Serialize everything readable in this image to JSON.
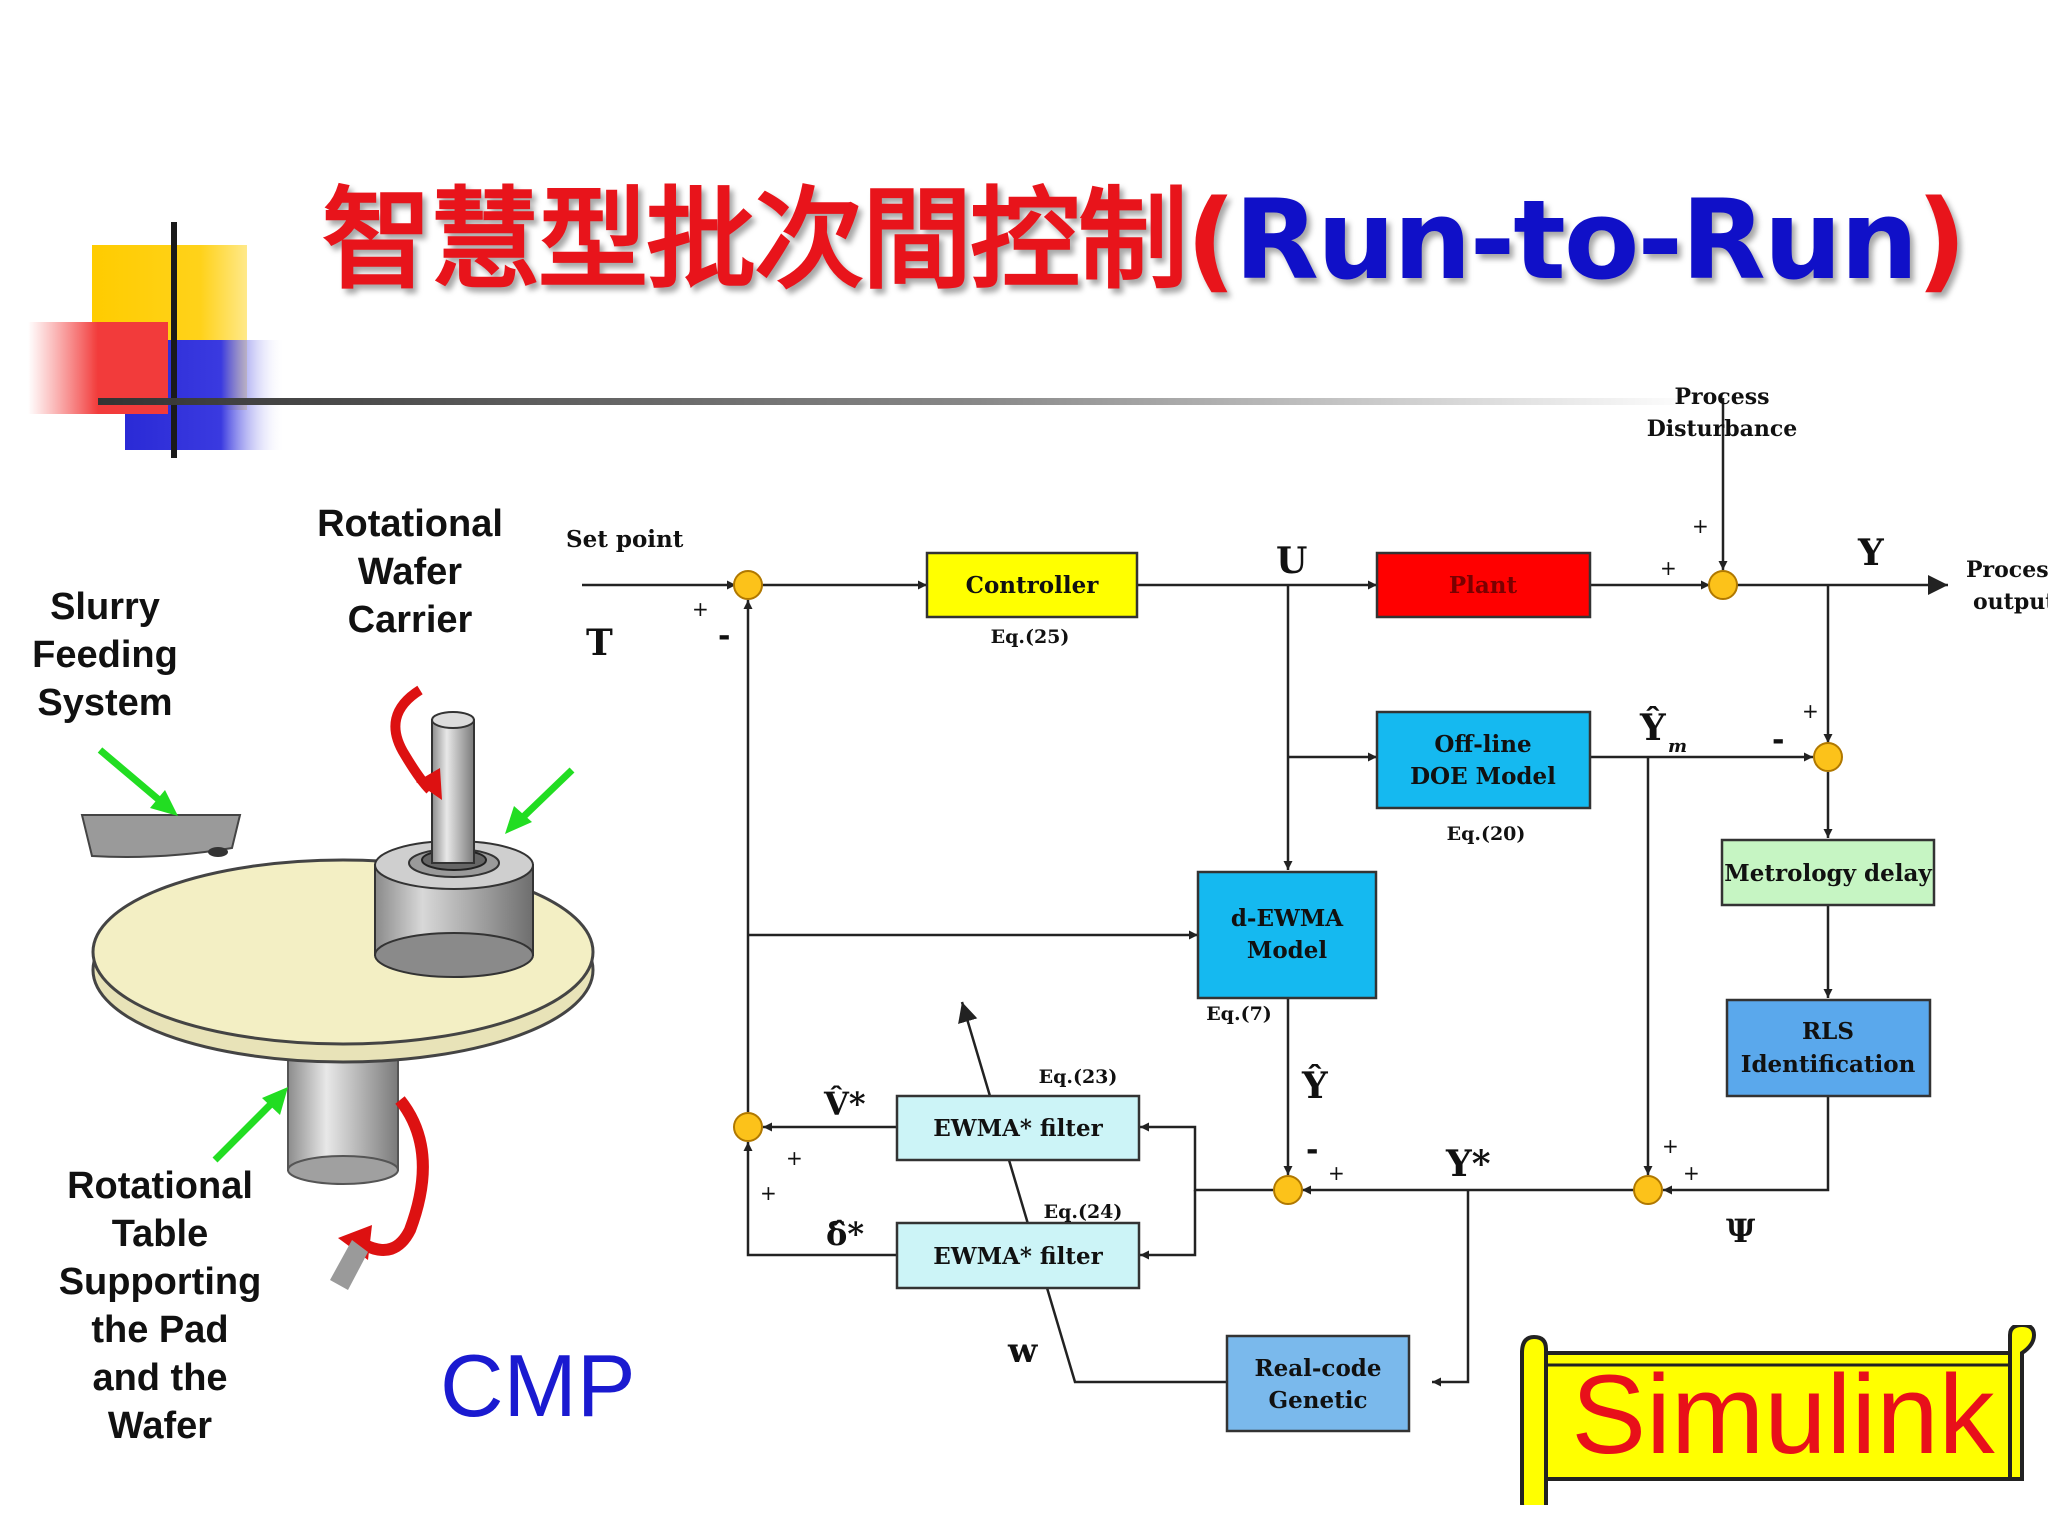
{
  "title": {
    "chinese": "智慧型批次間控制",
    "paren_open": "(",
    "run_to_run": "Run-to-Run",
    "paren_close": ")"
  },
  "cmp_figure": {
    "slurry_label": [
      "Slurry",
      "Feeding",
      "System"
    ],
    "carrier_label": [
      "Rotational",
      "Wafer",
      "Carrier"
    ],
    "table_label": [
      "Rotational",
      "Table",
      "Supporting",
      "the Pad",
      "and the",
      "Wafer"
    ],
    "caption": "CMP"
  },
  "block_diagram": {
    "blocks": {
      "controller": "Controller",
      "plant": "Plant",
      "offline_doe": [
        "Off-line",
        "DOE Model"
      ],
      "d_ewma": [
        "d-EWMA",
        "Model"
      ],
      "metrology": "Metrology delay",
      "rls": [
        "RLS",
        "Identification"
      ],
      "ewma_filter_1": "EWMA* filter",
      "ewma_filter_2": "EWMA* filter",
      "genetic": [
        "Real-code",
        "Genetic"
      ]
    },
    "equations": {
      "controller": "Eq.(25)",
      "offline": "Eq.(20)",
      "d_ewma": "Eq.(7)",
      "filter1": "Eq.(23)",
      "filter2": "Eq.(24)"
    },
    "signals": {
      "set_point": "Set point",
      "T": "T",
      "U": "U",
      "Y": "Y",
      "Ym_hat": "Ŷ",
      "Ym_sub": "m",
      "Y_hat": "Ŷ",
      "Y_star": "Y*",
      "psi": "Ψ",
      "v_hat": "V̂*",
      "delta_hat": "δ̂*",
      "w": "w",
      "process_disturbance": [
        "Process",
        "Disturbance"
      ],
      "process_output": [
        "Process",
        "output"
      ]
    },
    "signs": {
      "plus": "+",
      "minus": "-"
    }
  },
  "badge": {
    "label": "Simulink"
  },
  "colors": {
    "title_red": "#e8141b",
    "title_blue": "#1010c8",
    "controller": "#ffff00",
    "plant": "#ff0000",
    "cyan_block": "#15b9f0",
    "metrology": "#c6f5c3",
    "rls": "#5aa8ec",
    "filter": "#ccf4f7",
    "genetic": "#7ab9ec",
    "junction": "#fcc21a",
    "badge": "#ffff00"
  }
}
